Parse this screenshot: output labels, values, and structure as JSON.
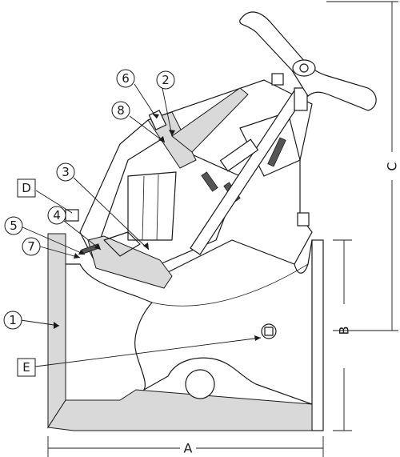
{
  "callouts": {
    "c1": "1",
    "c2": "2",
    "c3": "3",
    "c4": "4",
    "c5": "5",
    "c6": "6",
    "c7": "7",
    "c8": "8",
    "cD": "D",
    "cE": "E"
  },
  "dimensions": {
    "A": "A",
    "B": "B",
    "C": "C"
  }
}
